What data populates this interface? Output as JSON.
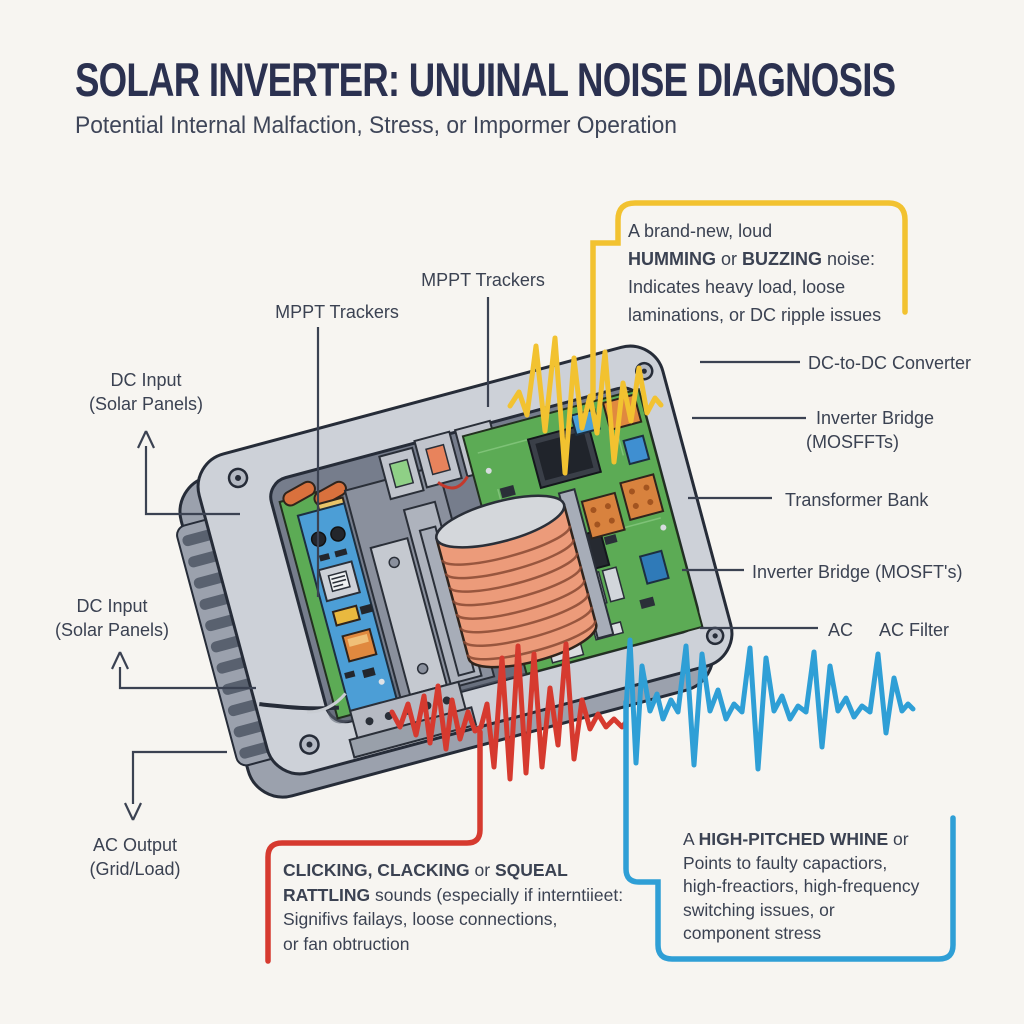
{
  "header": {
    "title": "SOLAR INVERTER: UNUINAL NOISE DIAGNOSIS",
    "subtitle": "Potential Internal Malfaction, Stress, or Impormer Operation"
  },
  "component_labels": {
    "mppt_left": "MPPT Trackers",
    "mppt_right": "MPPT Trackers",
    "dc_input_top_line1": "DC Input",
    "dc_input_top_line2": "(Solar Panels)",
    "dc_input_bottom_line1": "DC Input",
    "dc_input_bottom_line2": "(Solar Panels)",
    "ac_output_line1": "AC Output",
    "ac_output_line2": "(Grid/Load)",
    "dc_to_dc": "DC-to-DC Converter",
    "inverter_bridge_top_line1": "Inverter Bridge",
    "inverter_bridge_top_line2": "(MOSFFTs)",
    "transformer_bank": "Transformer Bank",
    "inverter_bridge_bottom": "Inverter Bridge (MOSFT's)",
    "ac_short": "AC",
    "ac_filter": "AC Filter"
  },
  "callouts": {
    "humming": {
      "l1": "A brand-new, loud",
      "l2_b1": "HUMMING",
      "l2_t1": " or ",
      "l2_b2": "BUZZING",
      "l2_t2": " noise:",
      "l3": "Indicates heavy load, loose",
      "l4": "laminations, or DC ripple issues"
    },
    "rattling": {
      "l1_b1": "CLICKING, CLACKING",
      "l1_t1": " or ",
      "l1_b2": "SQUEAL",
      "l2_b1": "RATTLING",
      "l2_t1": " sounds (especially if interntiieet:",
      "l3": "Signifivs failays, loose connections,",
      "l4": "or fan obtruction"
    },
    "whine": {
      "l1_t1": "A ",
      "l1_b1": "HIGH-PITCHED WHINE",
      "l1_t2": " or",
      "l2": "Points to faulty capactiors,",
      "l3": "high-freactiors, high-frequency",
      "l4": "switching issues, or",
      "l5": "component stress"
    }
  },
  "colors": {
    "background": "#f7f5f1",
    "title_text": "#2b3150",
    "subtitle_text": "#3f4659",
    "label_text": "#3b4252",
    "line": "#3b4252",
    "callout_yellow": "#f2c230",
    "callout_red": "#d63a2f",
    "callout_blue": "#2f9fd6",
    "case_light": "#cdd1d8",
    "case_mid": "#9ba1ad",
    "case_dark": "#262c38",
    "cavity_gray": "#767d8c",
    "pcb_green": "#5cab55",
    "board_blue": "#4c9ed6",
    "coil_salmon": "#ec9b7a",
    "metal_light": "#c5c9d0",
    "orange_part": "#e0893f"
  }
}
